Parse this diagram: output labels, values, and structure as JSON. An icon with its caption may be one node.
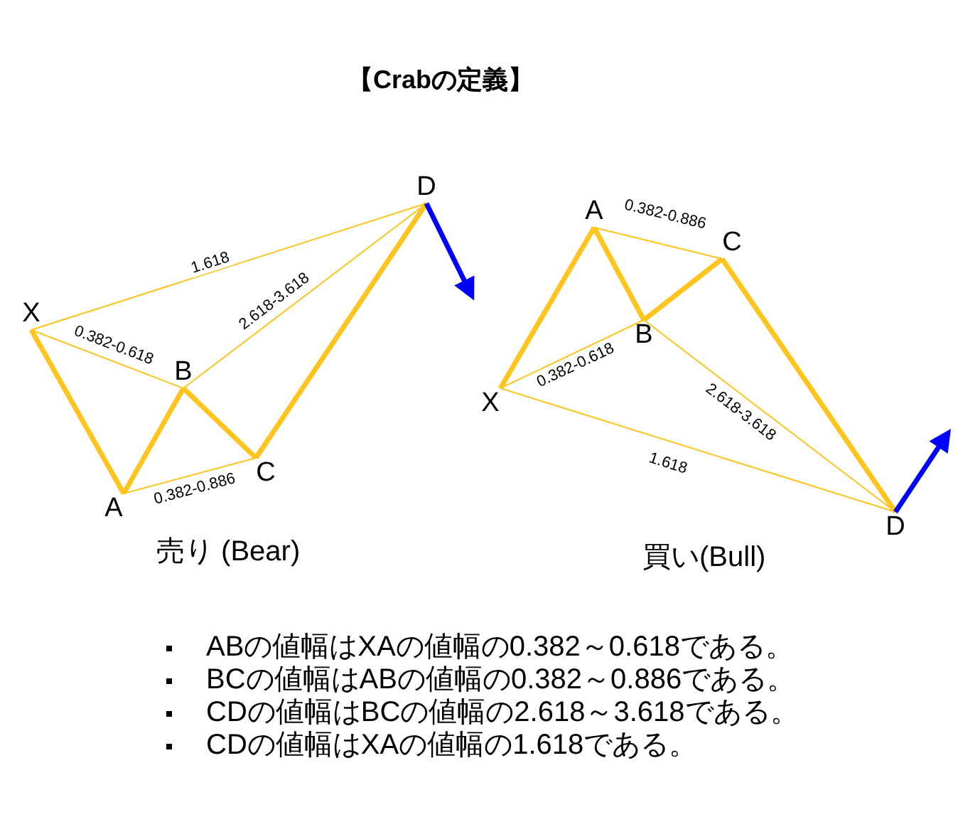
{
  "diagram": {
    "title": "【Crabの定義】",
    "nodes": [
      {
        "text": [
          "X"
        ]
      },
      {
        "text": [
          "A"
        ]
      },
      {
        "text": [
          "B"
        ]
      },
      {
        "text": [
          "C"
        ]
      },
      {
        "text": [
          "D"
        ]
      },
      {
        "text": [
          "X"
        ]
      },
      {
        "text": [
          "A"
        ]
      },
      {
        "text": [
          "B"
        ]
      },
      {
        "text": [
          "C"
        ]
      },
      {
        "text": [
          "D"
        ]
      }
    ],
    "edges": [
      {
        "from": 0,
        "to": 1,
        "arrow": "none"
      },
      {
        "from": 1,
        "to": 2,
        "arrow": "none"
      },
      {
        "from": 2,
        "to": 3,
        "arrow": "none"
      },
      {
        "from": 3,
        "to": 4,
        "arrow": "none"
      },
      {
        "from": 0,
        "to": 2,
        "arrow": "none",
        "label": "0.382-0.618"
      },
      {
        "from": 1,
        "to": 3,
        "arrow": "none",
        "label": "0.382-0.886"
      },
      {
        "from": 2,
        "to": 4,
        "arrow": "none",
        "label": "2.618-3.618"
      },
      {
        "from": 0,
        "to": 4,
        "arrow": "none",
        "label": "1.618"
      },
      {
        "from": 4,
        "to": null,
        "arrow": "to",
        "color": "#0000ff"
      },
      {
        "from": 5,
        "to": 6,
        "arrow": "none"
      },
      {
        "from": 6,
        "to": 7,
        "arrow": "none"
      },
      {
        "from": 7,
        "to": 8,
        "arrow": "none"
      },
      {
        "from": 8,
        "to": 9,
        "arrow": "none"
      },
      {
        "from": 5,
        "to": 7,
        "arrow": "none",
        "label": "0.382-0.618"
      },
      {
        "from": 6,
        "to": 8,
        "arrow": "none",
        "label": "0.382-0.886"
      },
      {
        "from": 7,
        "to": 9,
        "arrow": "none",
        "label": "2.618-3.618"
      },
      {
        "from": 5,
        "to": 9,
        "arrow": "none",
        "label": "1.618"
      },
      {
        "from": 9,
        "to": null,
        "arrow": "to",
        "color": "#0000ff"
      }
    ],
    "labels": [
      "売り (Bear)",
      "買い(Bull)",
      "ABの値幅はXAの値幅の0.382～0.618である。",
      "BCの値幅はABの値幅の0.382～0.886である。",
      "CDの値幅はBCの値幅の2.618～3.618である。",
      "CDの値幅はXAの値幅の1.618である。"
    ]
  }
}
